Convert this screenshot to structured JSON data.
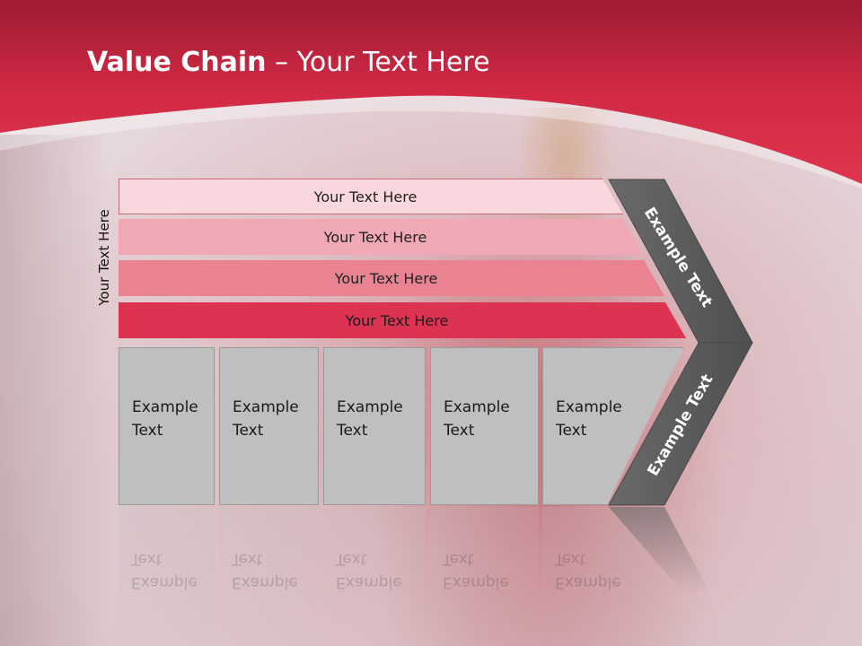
{
  "slide": {
    "title_bold": "Value Chain",
    "title_rest": " – Your Text Here",
    "vertical_label": "Your Text Here"
  },
  "bars": [
    {
      "label": "Your Text Here"
    },
    {
      "label": "Your Text Here"
    },
    {
      "label": "Your Text Here"
    },
    {
      "label": "Your Text Here"
    }
  ],
  "boxes": [
    {
      "line1": "Example",
      "line2": "Text"
    },
    {
      "line1": "Example",
      "line2": "Text"
    },
    {
      "line1": "Example",
      "line2": "Text"
    },
    {
      "line1": "Example",
      "line2": "Text"
    },
    {
      "line1": "Example",
      "line2": "Text"
    }
  ],
  "arrows": {
    "upper": "Example Text",
    "lower": "Example Text"
  },
  "colors": {
    "header_red": "#d82a47",
    "bar1": "#f8d7dd",
    "bar2": "#f0a9b4",
    "bar3": "#e98391",
    "bar4": "#dd3352",
    "box_gray": "#bfbfbf",
    "arrow_gray": "#5f5f5f"
  }
}
